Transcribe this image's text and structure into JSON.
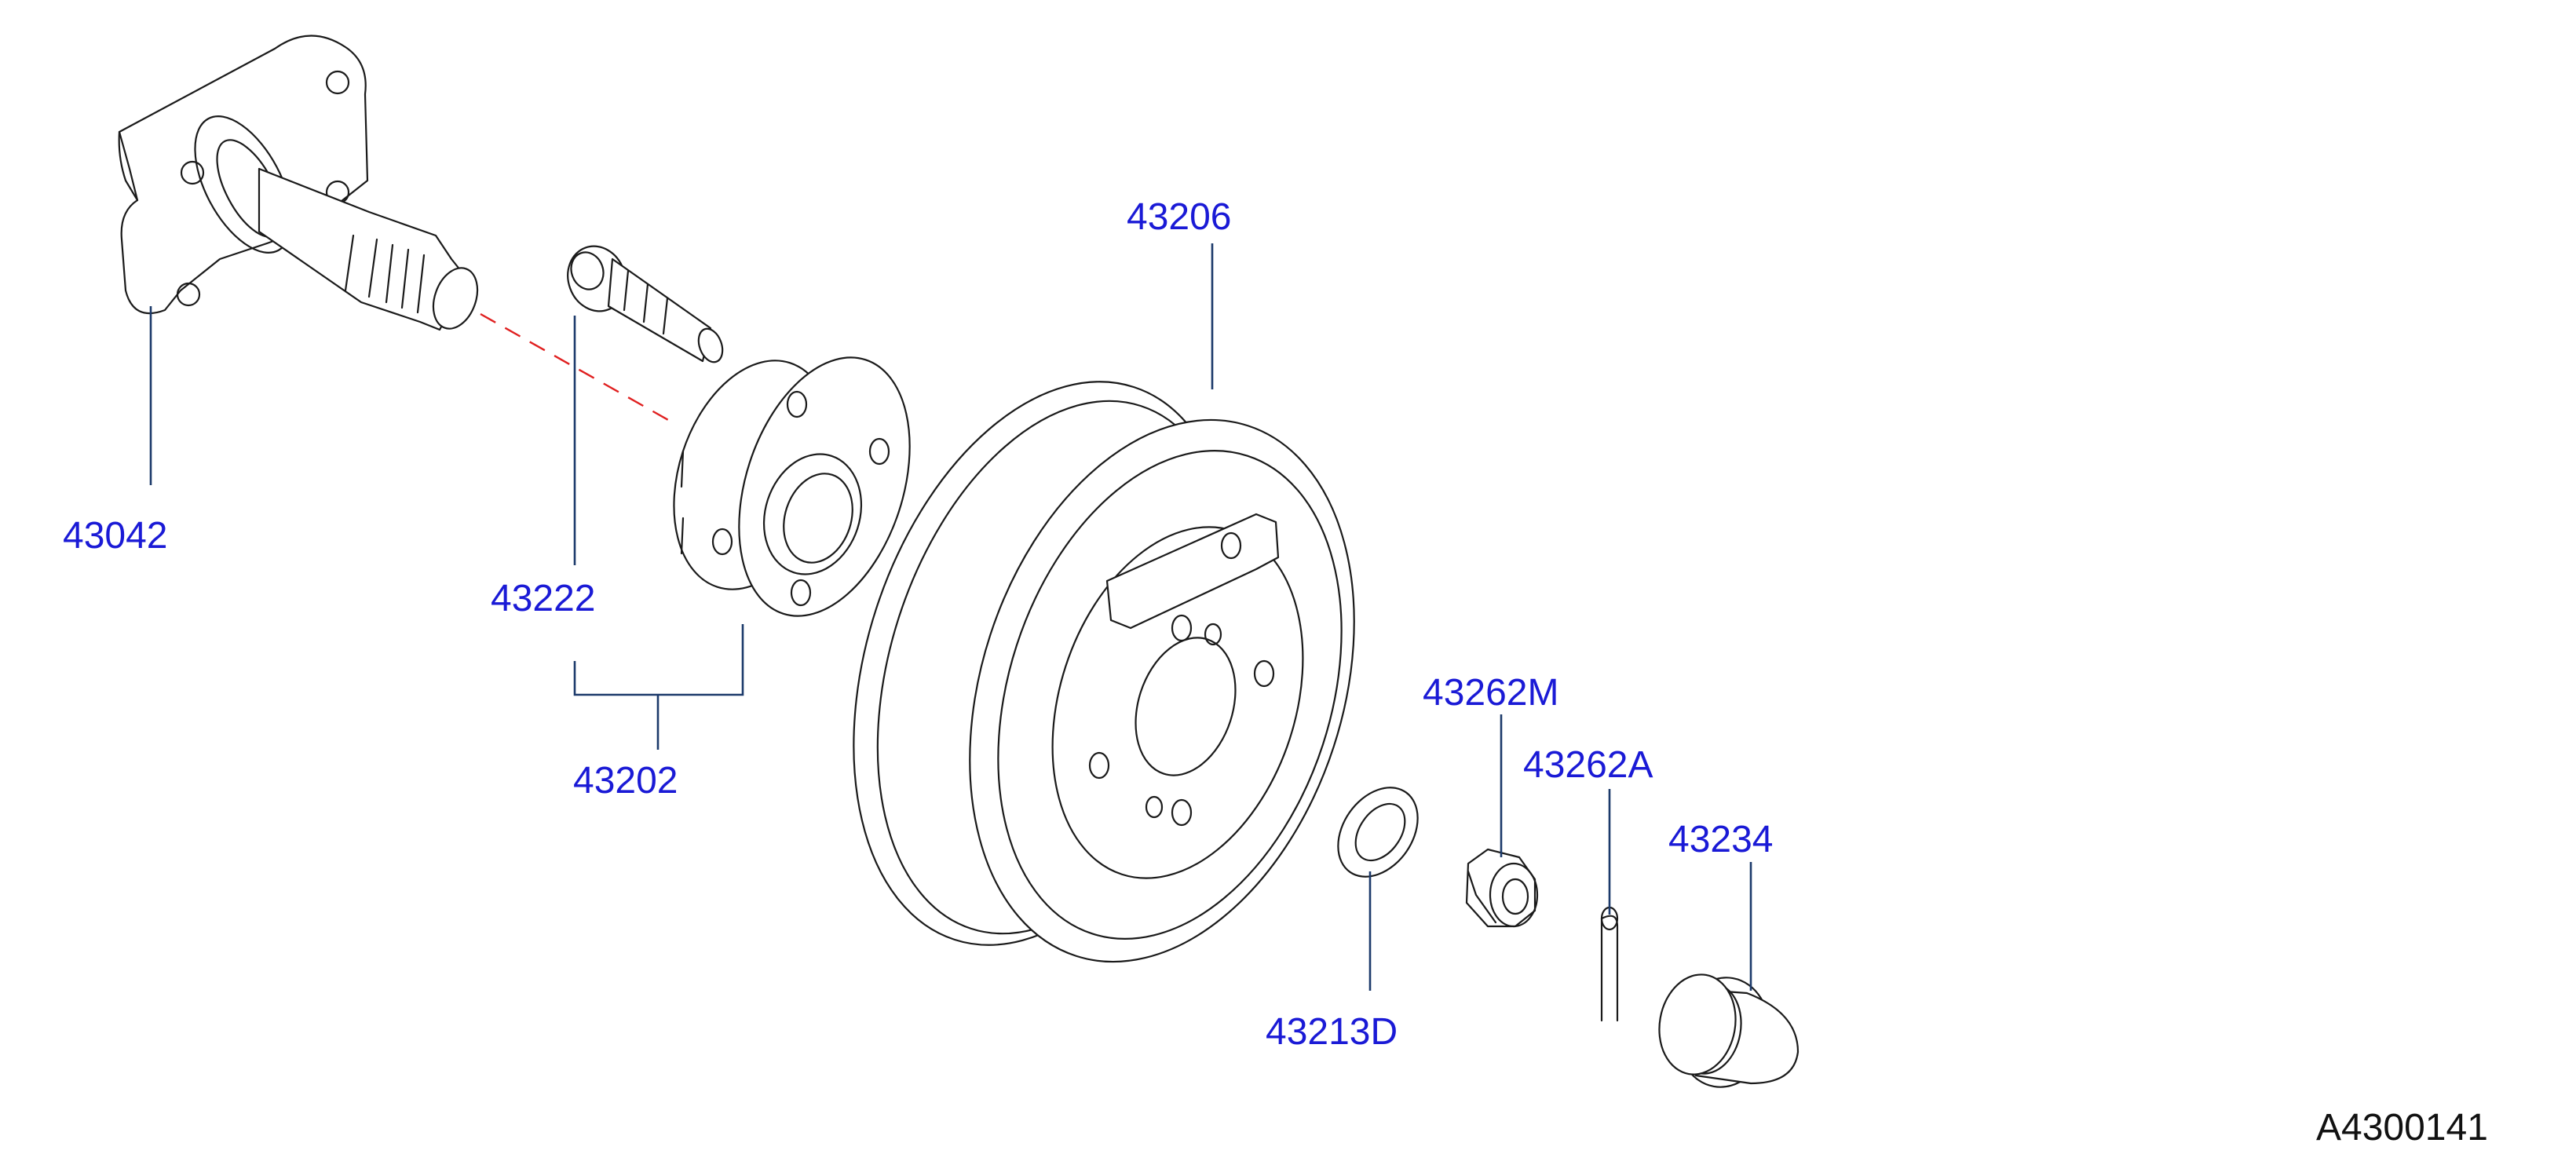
{
  "diagram": {
    "colors": {
      "label": "#1a1ad6",
      "leader": "#1c3a6b",
      "outline": "#1a1a1a",
      "guide_dash": "#e02020",
      "reference": "#111111"
    },
    "labels": {
      "spindle": "43042",
      "drum": "43206",
      "hub_bolt": "43222",
      "hub_assembly": "43202",
      "lock_nut": "43262M",
      "cotter_pin": "43262A",
      "grease_cap": "43234",
      "washer": "43213D"
    },
    "reference_code": "A4300141"
  }
}
